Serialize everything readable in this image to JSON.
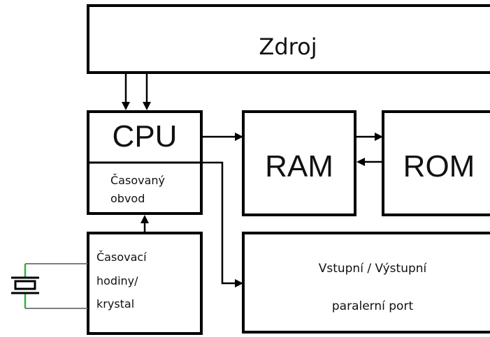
{
  "blocks": {
    "power": {
      "label": "Zdroj"
    },
    "cpu": {
      "label": "CPU"
    },
    "timed_circuit": {
      "line1": "Časovaný",
      "line2": "obvod"
    },
    "ram": {
      "label": "RAM"
    },
    "rom": {
      "label": "ROM"
    },
    "clock": {
      "line1": "Časovací",
      "line2": "hodiny/",
      "line3": "krystal"
    },
    "io": {
      "line1": "Vstupní / Výstupní",
      "line2": "paralerní port"
    }
  },
  "colors": {
    "stroke": "#000000",
    "crystal_leads": "#35b23a"
  },
  "icons": {
    "crystal": "crystal-oscillator-icon"
  }
}
